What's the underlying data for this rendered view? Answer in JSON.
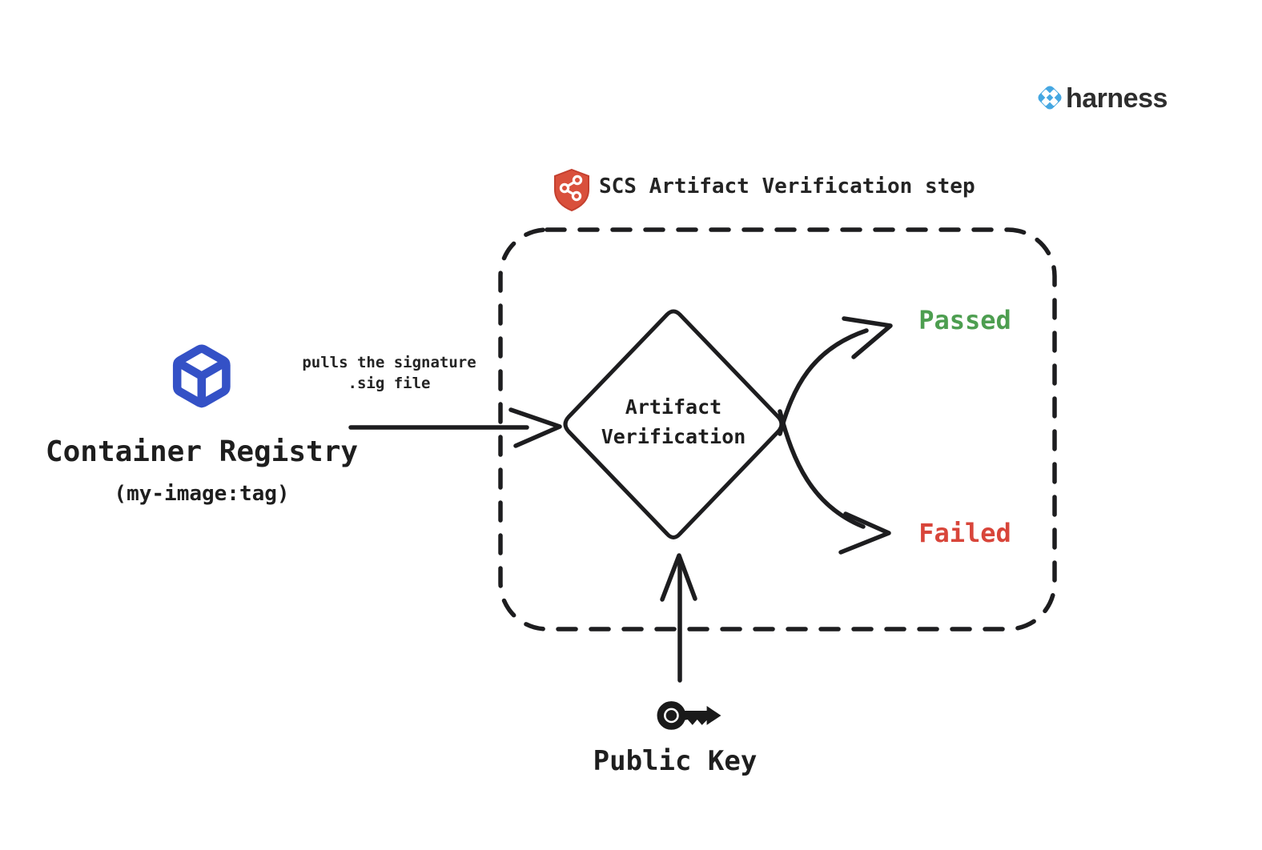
{
  "brand": {
    "name": "harness",
    "logo_icon": "harness-pinwheel-icon",
    "logo_color": "#45a7e2"
  },
  "header": {
    "title": "SCS Artifact Verification step",
    "icon": "shield-supply-chain-icon",
    "shield_color": "#d9503c"
  },
  "source": {
    "title": "Container Registry",
    "subtitle": "(my-image:tag)",
    "icon": "cube-icon",
    "icon_color": "#3451c6"
  },
  "pull_label": {
    "line1": "pulls the signature",
    "line2": ".sig file"
  },
  "decision": {
    "label": "Artifact Verification"
  },
  "outcomes": {
    "passed": {
      "label": "Passed",
      "color": "#4d9e50"
    },
    "failed": {
      "label": "Failed",
      "color": "#d8453a"
    }
  },
  "input_key": {
    "label": "Public Key",
    "icon": "key-icon"
  },
  "line_color": "#1d1d1f"
}
